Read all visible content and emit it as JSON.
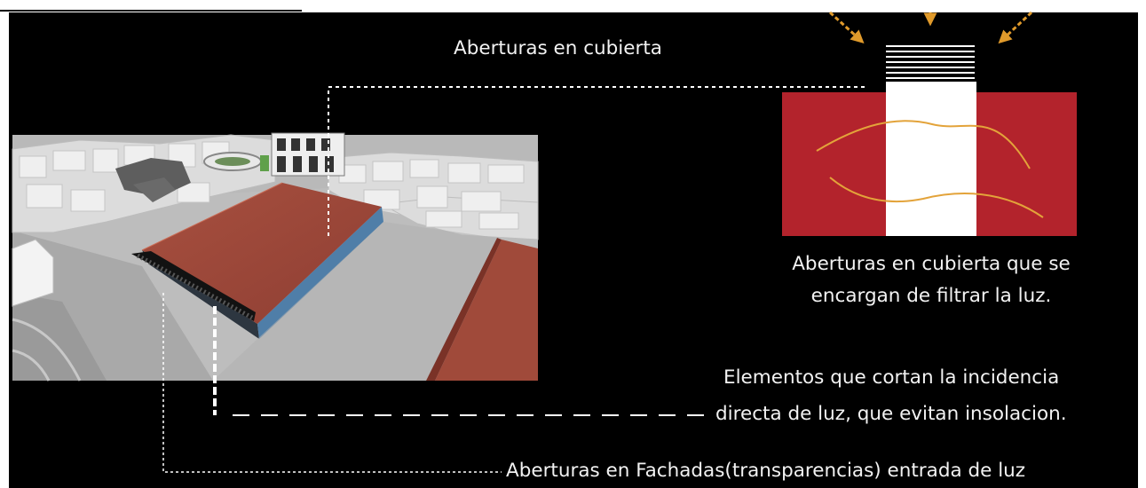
{
  "labels": {
    "roof_openings_title": "Aberturas en cubierta",
    "roof_openings_caption_line1": "Aberturas en cubierta que se",
    "roof_openings_caption_line2": "encargan de filtrar la luz.",
    "shading_line1": "Elementos que cortan la incidencia",
    "shading_line2": "directa de luz, que evitan insolacion.",
    "facade_openings": "Aberturas en Fachadas(transparencias) entrada de luz"
  },
  "colors": {
    "background": "#000000",
    "roof_brick": "#a0453a",
    "detail_red": "#b3232c",
    "sun_arrow": "#e09a2b",
    "light_wave": "#e3a33a",
    "leader_line": "#ffffff"
  },
  "icons": {
    "sun_rays": "arrow-down-icon",
    "light_flow": "wave-line-icon"
  }
}
